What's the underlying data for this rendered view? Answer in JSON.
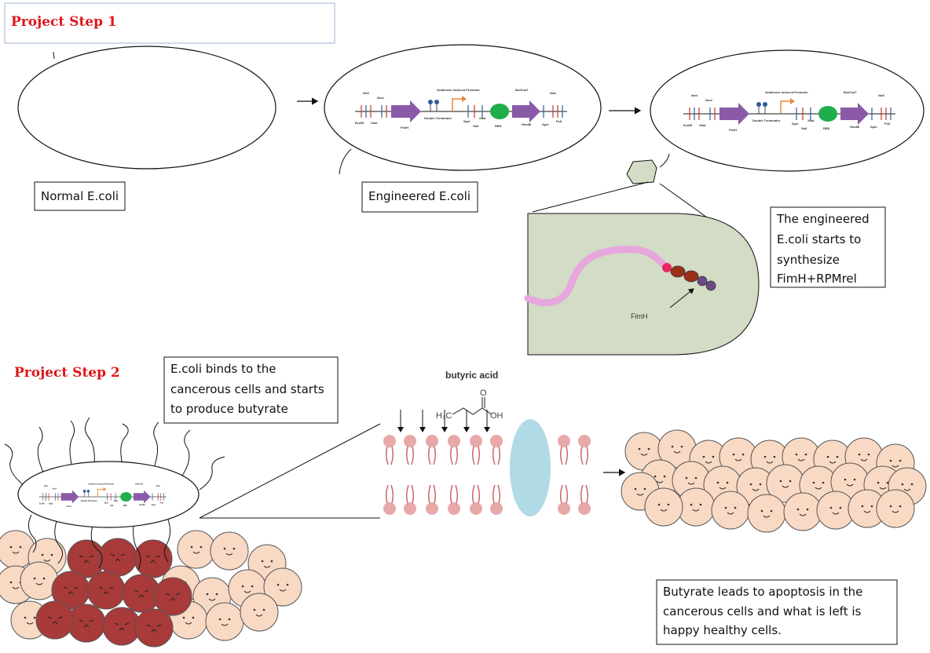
{
  "step1": {
    "title": "Project Step 1",
    "normal_label": "Normal E.coli",
    "engineered_label": "Engineered E.coli",
    "synth_note": [
      "The engineered",
      "E.coli starts to",
      "synthesize",
      "FimH+RPMrel"
    ],
    "fimh_label": "FimH"
  },
  "plasmid": {
    "top_labels": [
      "NotI",
      "NcoI",
      "Arabinose Induced Promoter",
      "ButCoaT",
      "NotI"
    ],
    "bottom_labels": [
      "EcoRI",
      "XbaI",
      "FimH",
      "Double Terminator",
      "SpeI",
      "SalI",
      "XbaI",
      "RBS",
      "HindIII",
      "SpeI",
      "PstI"
    ]
  },
  "step2": {
    "title": "Project Step 2",
    "binds_note": [
      "E.coli binds to the",
      "cancerous cells and starts",
      "to produce butyrate"
    ],
    "chem_title": "butyric acid",
    "chem_atoms": {
      "h3c": "H₃C",
      "o": "O",
      "oh": "OH"
    },
    "result_note": [
      "Butyrate leads to apoptosis in the",
      "cancerous cells and what is left is",
      "happy healthy cells."
    ]
  },
  "colors": {
    "title_red": "#e0161b",
    "zoom_bg": "#d3dcc5",
    "healthy_cell": "#f8d9c4",
    "cancer_cell": "#a83a3a",
    "fimh_arrow": "#8a5aa8",
    "rbs_green": "#1fae4b",
    "membrane_head": "#e8a8aa",
    "channel_blue": "#a7d6e2"
  },
  "faces": {
    "happy": "•‿•",
    "angry": "¬‸¬"
  }
}
